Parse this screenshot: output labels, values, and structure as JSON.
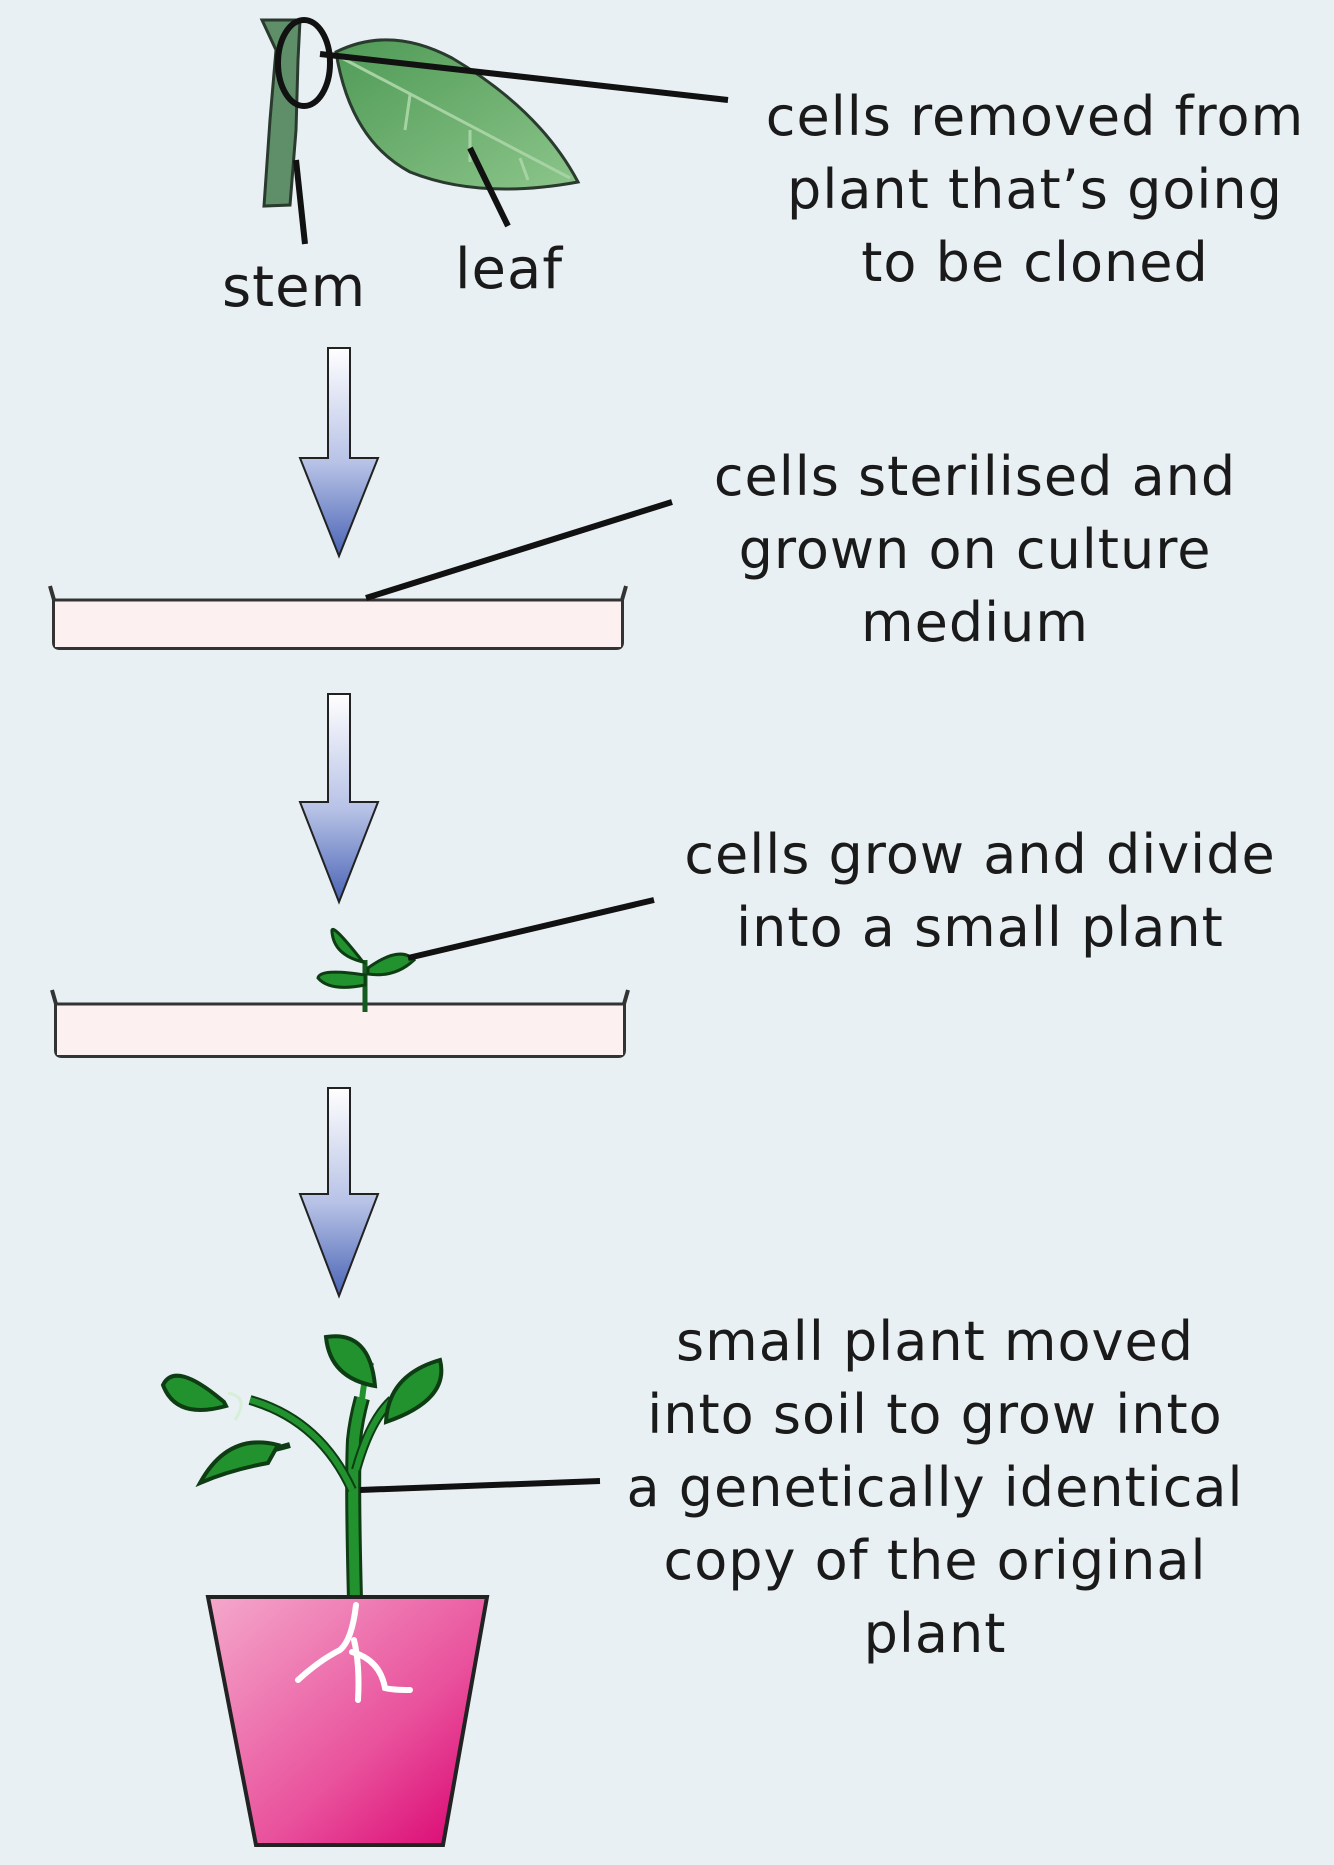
{
  "diagram": {
    "labels": {
      "stem": "stem",
      "leaf": "leaf"
    },
    "steps": [
      {
        "lines": [
          "cells removed from",
          "plant that’s going",
          "to be cloned"
        ]
      },
      {
        "lines": [
          "cells sterilised and",
          "grown on culture",
          "medium"
        ]
      },
      {
        "lines": [
          "cells grow and divide",
          "into a small plant"
        ]
      },
      {
        "lines": [
          "small plant moved",
          "into soil to grow into",
          "a genetically identical",
          "copy of the original",
          "plant"
        ]
      }
    ],
    "colors": {
      "background": "#e8f0f4",
      "leaf": "#5ea35f",
      "stem": "#5f8f69",
      "seedling": "#22922f",
      "dish": "#fdf0f0",
      "pot": "#e94c98",
      "arrow_top": "#ffffff",
      "arrow_bottom": "#4a64b5"
    },
    "icons": [
      "leaf-cutting-icon",
      "culture-dish-icon",
      "seedling-icon",
      "potted-plant-icon",
      "down-arrow-icon"
    ]
  }
}
